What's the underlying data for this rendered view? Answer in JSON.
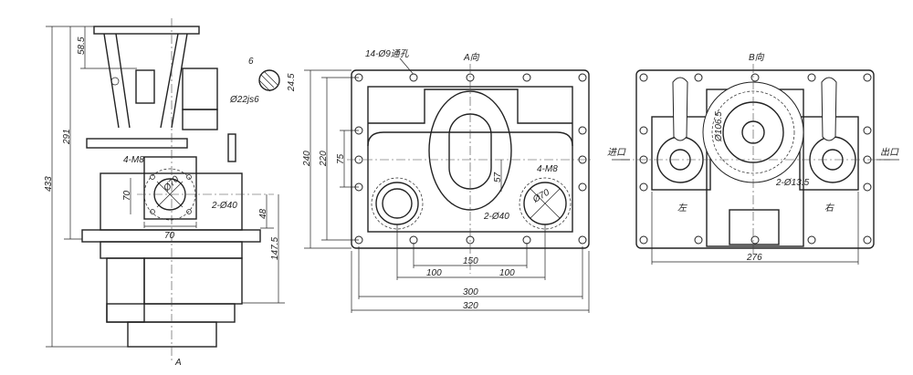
{
  "side_view": {
    "dim_total_height": "433",
    "dim_upper_height": "291",
    "dim_top": "58.5",
    "dim_key_width": "6",
    "dim_key_depth": "24.5",
    "shaft_diameter": "Ø22js6",
    "thread_label": "4-M8",
    "port_diameter": "Ø70",
    "port_spacing": "70",
    "port_width": "70",
    "port_holes": "2-Ø40",
    "dim_48": "48",
    "dim_147_5": "147.5",
    "view_marker": "A"
  },
  "view_a": {
    "title": "A向",
    "holes_label": "14-Ø9通孔",
    "dim_240": "240",
    "dim_220": "220",
    "dim_75": "75",
    "dim_57": "57",
    "dim_150": "150",
    "dim_100_left": "100",
    "dim_100_right": "100",
    "dim_300": "300",
    "dim_320": "320",
    "thread_label": "4-M8",
    "port_diameter": "Ø70",
    "port_holes": "2-Ø40"
  },
  "view_b": {
    "title": "B向",
    "inlet": "进口",
    "outlet": "出口",
    "left": "左",
    "right": "右",
    "circle_diameter": "Ø106.5",
    "holes": "2-Ø13.5",
    "dim_276": "276"
  }
}
